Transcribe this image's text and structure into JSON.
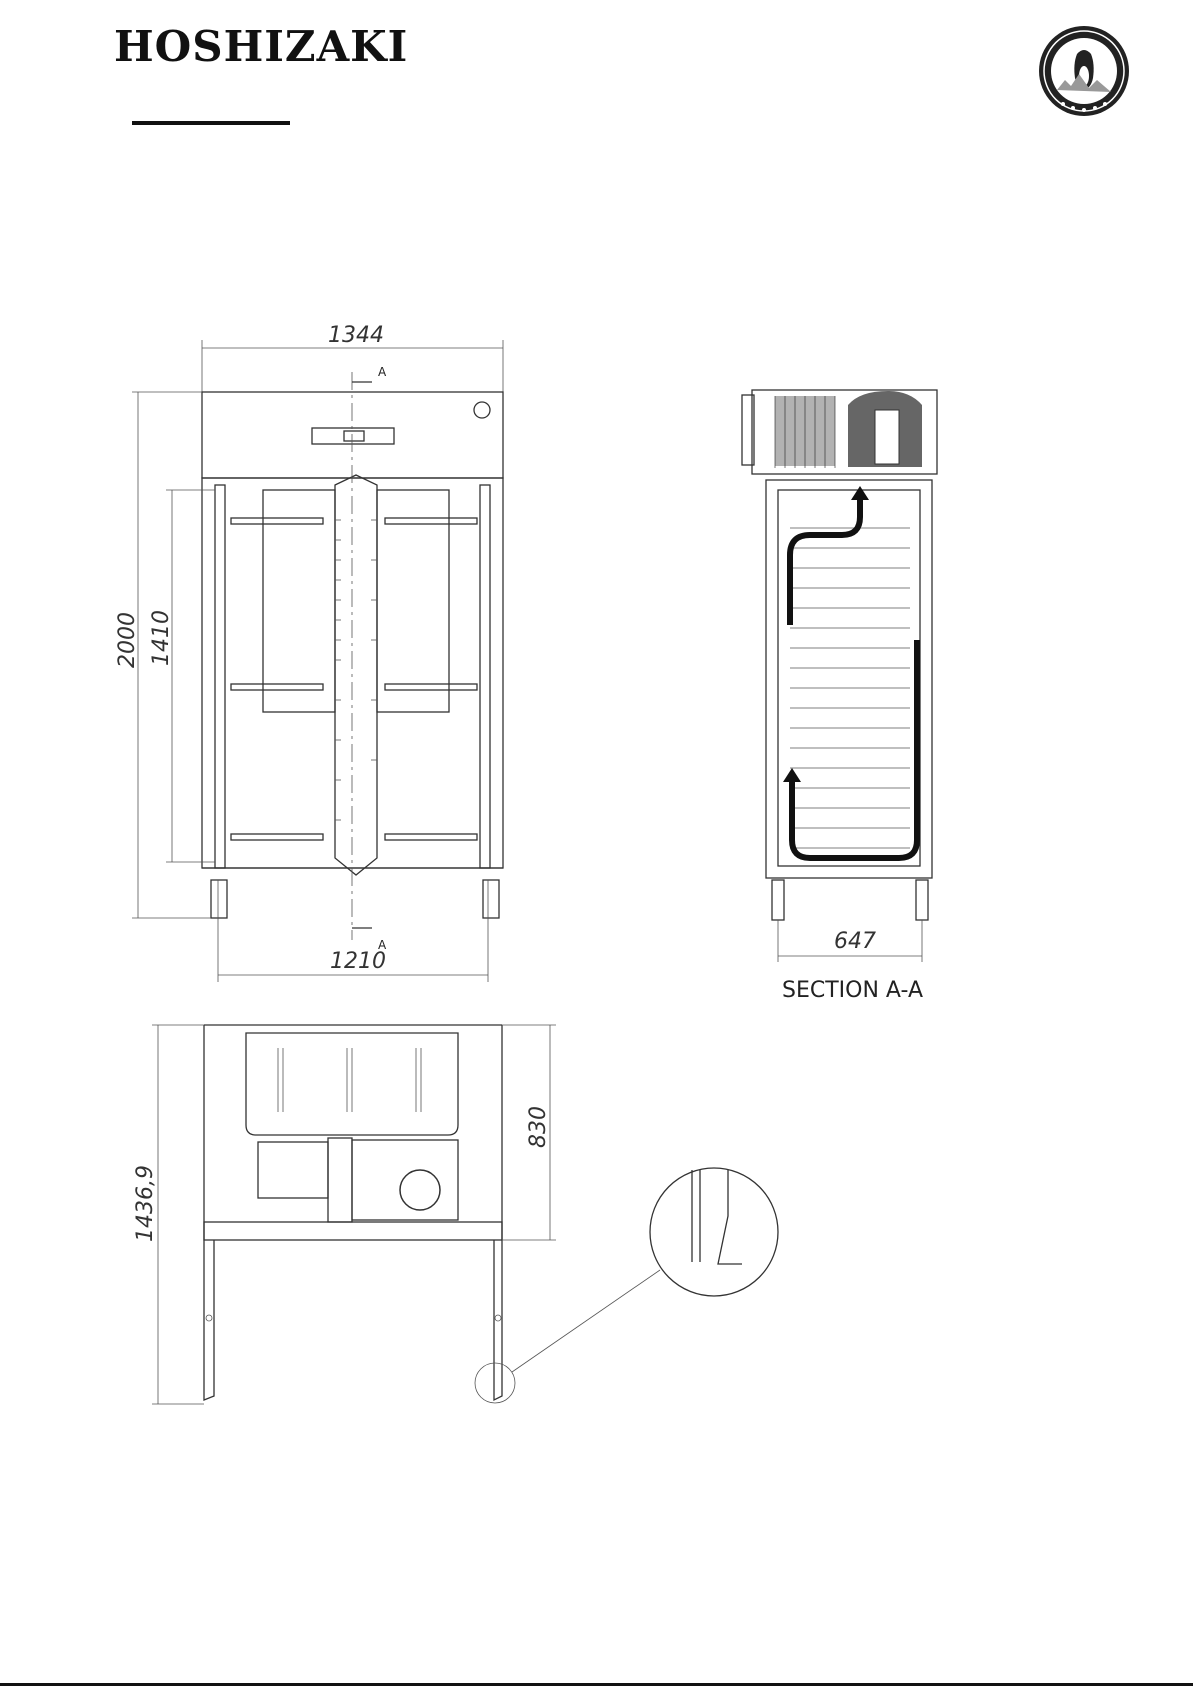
{
  "header": {
    "brand": "HOSHIZAKI",
    "seal_text": "HOSHIZAKI"
  },
  "front_view": {
    "width_overall": "1344",
    "height_overall": "2000",
    "door_height": "1410",
    "width_doors": "1210",
    "section_mark_top": "A",
    "section_mark_bottom": "A"
  },
  "section_view": {
    "depth": "647",
    "title": "SECTION A-A"
  },
  "top_view": {
    "depth_total": "1436,9",
    "depth_body": "830"
  },
  "icons": {
    "seal": "penguin-seal-icon",
    "airflow": "airflow-arrow-icon"
  },
  "colors": {
    "line": "#333333",
    "airflow": "#111111"
  }
}
